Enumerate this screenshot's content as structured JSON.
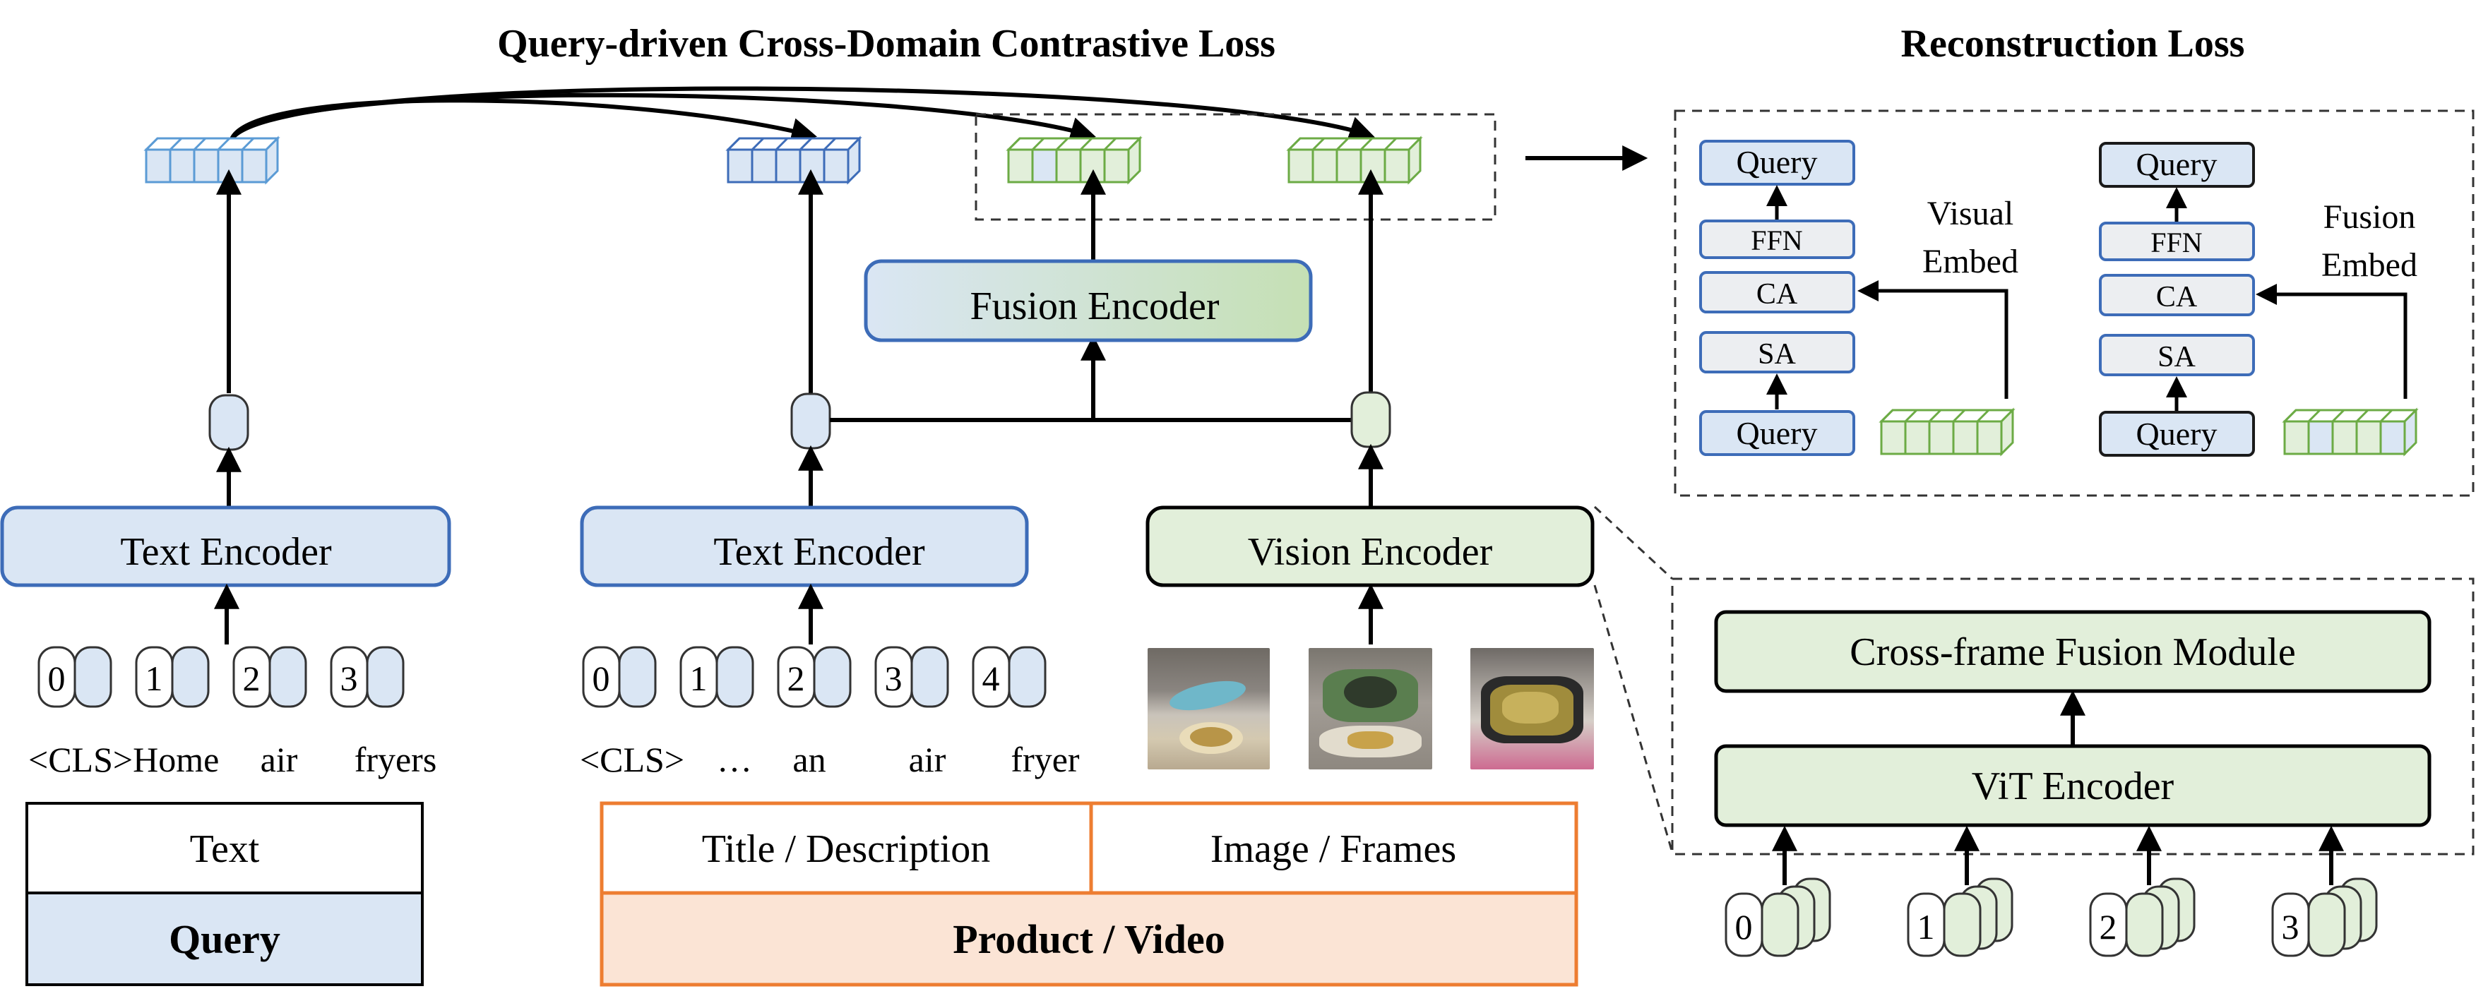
{
  "titles": {
    "contrastive": "Query-driven Cross-Domain Contrastive Loss",
    "reconstruction": "Reconstruction Loss"
  },
  "query_branch": {
    "encoder": "Text Encoder",
    "token_ids": [
      "0",
      "1",
      "2",
      "3"
    ],
    "words": [
      "<CLS>Home",
      "air",
      "fryers"
    ],
    "input_label": "Text",
    "branch_label": "Query"
  },
  "product_branch": {
    "text_encoder": "Text Encoder",
    "vision_encoder": "Vision Encoder",
    "fusion_encoder": "Fusion Encoder",
    "token_ids": [
      "0",
      "1",
      "2",
      "3",
      "4"
    ],
    "words": [
      "<CLS>",
      "…",
      "an",
      "air",
      "fryer"
    ],
    "text_input_label": "Title / Description",
    "image_input_label": "Image / Frames",
    "branch_label": "Product / Video"
  },
  "reconstruction": {
    "left": {
      "top": "Query",
      "ffn": "FFN",
      "ca": "CA",
      "sa": "SA",
      "bottom": "Query",
      "embed_line1": "Visual",
      "embed_line2": "Embed"
    },
    "right": {
      "top": "Query",
      "ffn": "FFN",
      "ca": "CA",
      "sa": "SA",
      "bottom": "Query",
      "embed_line1": "Fusion",
      "embed_line2": "Embed"
    }
  },
  "vision_detail": {
    "fusion_module": "Cross-frame Fusion Module",
    "vit": "ViT Encoder",
    "frame_ids": [
      "0",
      "1",
      "2",
      "3"
    ]
  },
  "colors": {
    "blue_fill": "#dae6f4",
    "blue_stroke": "#3d6cb8",
    "light_blue_stroke": "#5b9bd5",
    "green_fill": "#e2efda",
    "green_stroke": "#6cab45",
    "orange": "#ed7d31",
    "orange_fill": "#fbe4d5"
  }
}
